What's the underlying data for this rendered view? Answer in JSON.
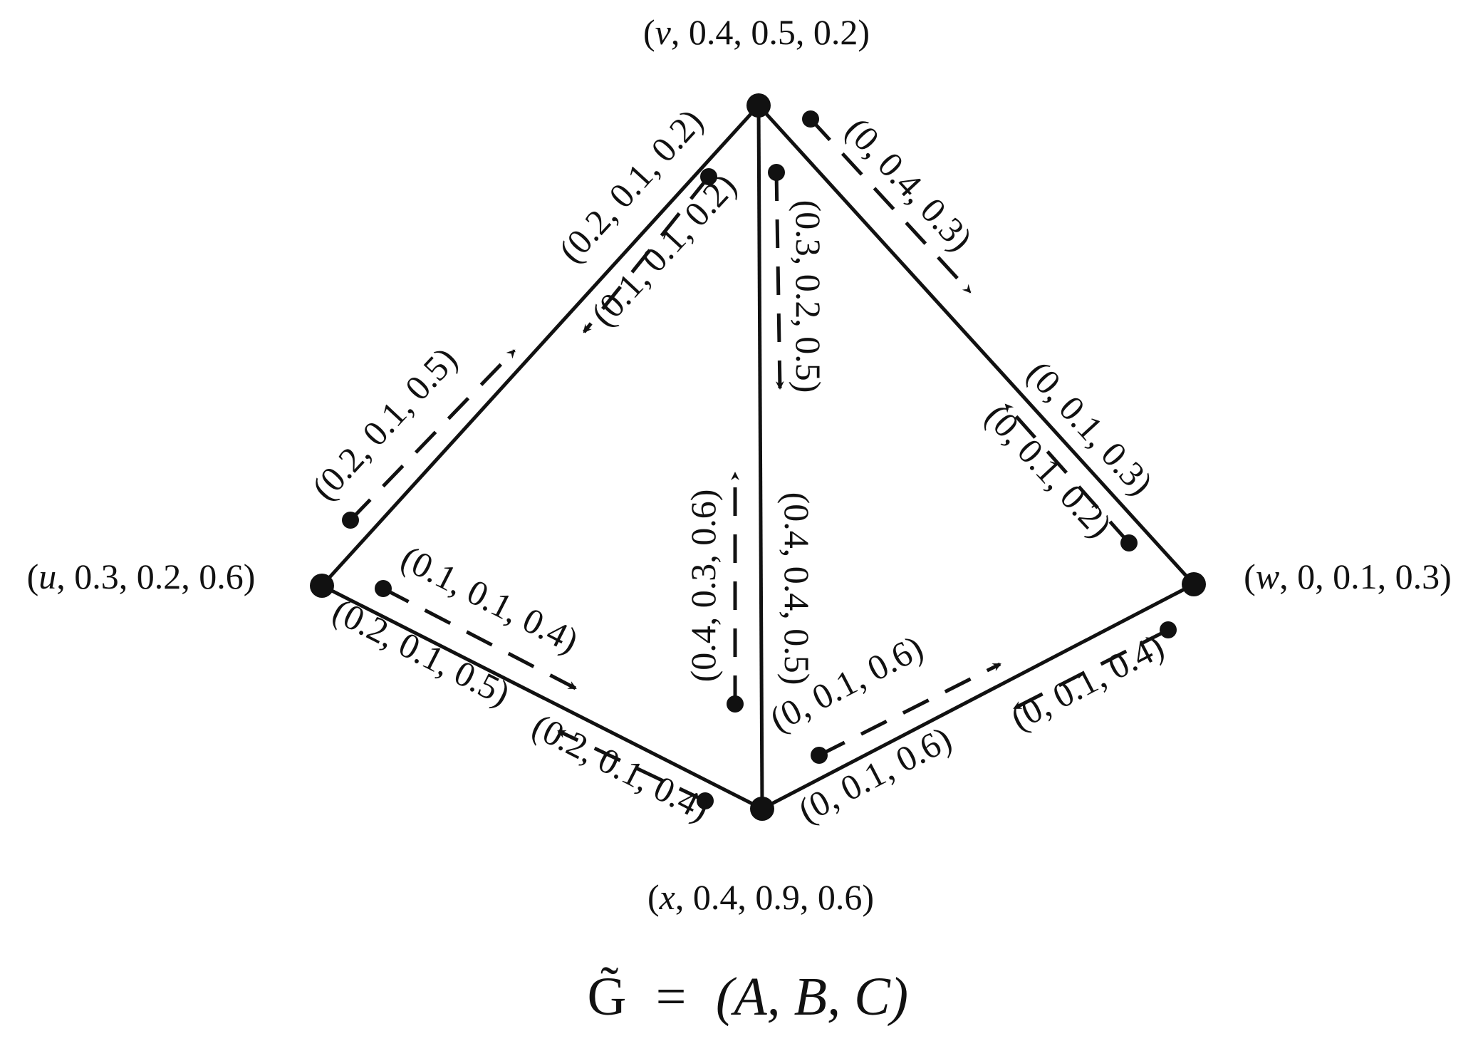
{
  "title": {
    "symbol": "G̃",
    "equals": "=",
    "rhs": "(A, B, C)"
  },
  "vertices": [
    {
      "id": "v",
      "name": "v",
      "values": "0.4, 0.5, 0.2",
      "label": "(v, 0.4, 0.5, 0.2)"
    },
    {
      "id": "u",
      "name": "u",
      "values": "0.3, 0.2, 0.6",
      "label": "(u, 0.3, 0.2, 0.6)"
    },
    {
      "id": "w",
      "name": "w",
      "values": "0, 0.1, 0.3",
      "label": "(w, 0, 0.1, 0.3)"
    },
    {
      "id": "x",
      "name": "x",
      "values": "0.4, 0.9, 0.6",
      "label": "(x, 0.4, 0.9, 0.6)"
    }
  ],
  "edges": [
    {
      "id": "uv",
      "from": "u",
      "to": "v",
      "label": "(0.2, 0.1, 0.2)"
    },
    {
      "id": "vw",
      "from": "v",
      "to": "w",
      "label": "(0, 0.1, 0.3)"
    },
    {
      "id": "vx",
      "from": "v",
      "to": "x",
      "label": "(0.4, 0.4, 0.5)"
    },
    {
      "id": "ux",
      "from": "u",
      "to": "x",
      "label": "(0.2, 0.1, 0.5)"
    },
    {
      "id": "xw",
      "from": "x",
      "to": "w",
      "label": "(0, 0.1, 0.6)"
    }
  ],
  "arcs": [
    {
      "id": "u-v",
      "from": "u",
      "to": "v",
      "label": "(0.2, 0.1, 0.5)"
    },
    {
      "id": "v-u",
      "from": "v",
      "to": "u",
      "label": "(0.1, 0.1, 0.2)"
    },
    {
      "id": "v-w",
      "from": "v",
      "to": "w",
      "label": "(0, 0.4, 0.3)"
    },
    {
      "id": "w-v",
      "from": "w",
      "to": "v",
      "label": "(0, 0.1, 0.2)"
    },
    {
      "id": "v-x",
      "from": "v",
      "to": "x",
      "label": "(0.3, 0.2, 0.5)"
    },
    {
      "id": "x-v",
      "from": "x",
      "to": "v",
      "label": "(0.4, 0.3, 0.6)"
    },
    {
      "id": "u-x",
      "from": "u",
      "to": "x",
      "label": "(0.1, 0.1, 0.4)"
    },
    {
      "id": "x-u",
      "from": "x",
      "to": "u",
      "label": "(0.2, 0.1, 0.4)"
    },
    {
      "id": "x-w",
      "from": "x",
      "to": "w",
      "label": "(0, 0.1, 0.6)"
    },
    {
      "id": "w-x",
      "from": "w",
      "to": "x",
      "label": "(0, 0.1, 0.4)"
    }
  ]
}
